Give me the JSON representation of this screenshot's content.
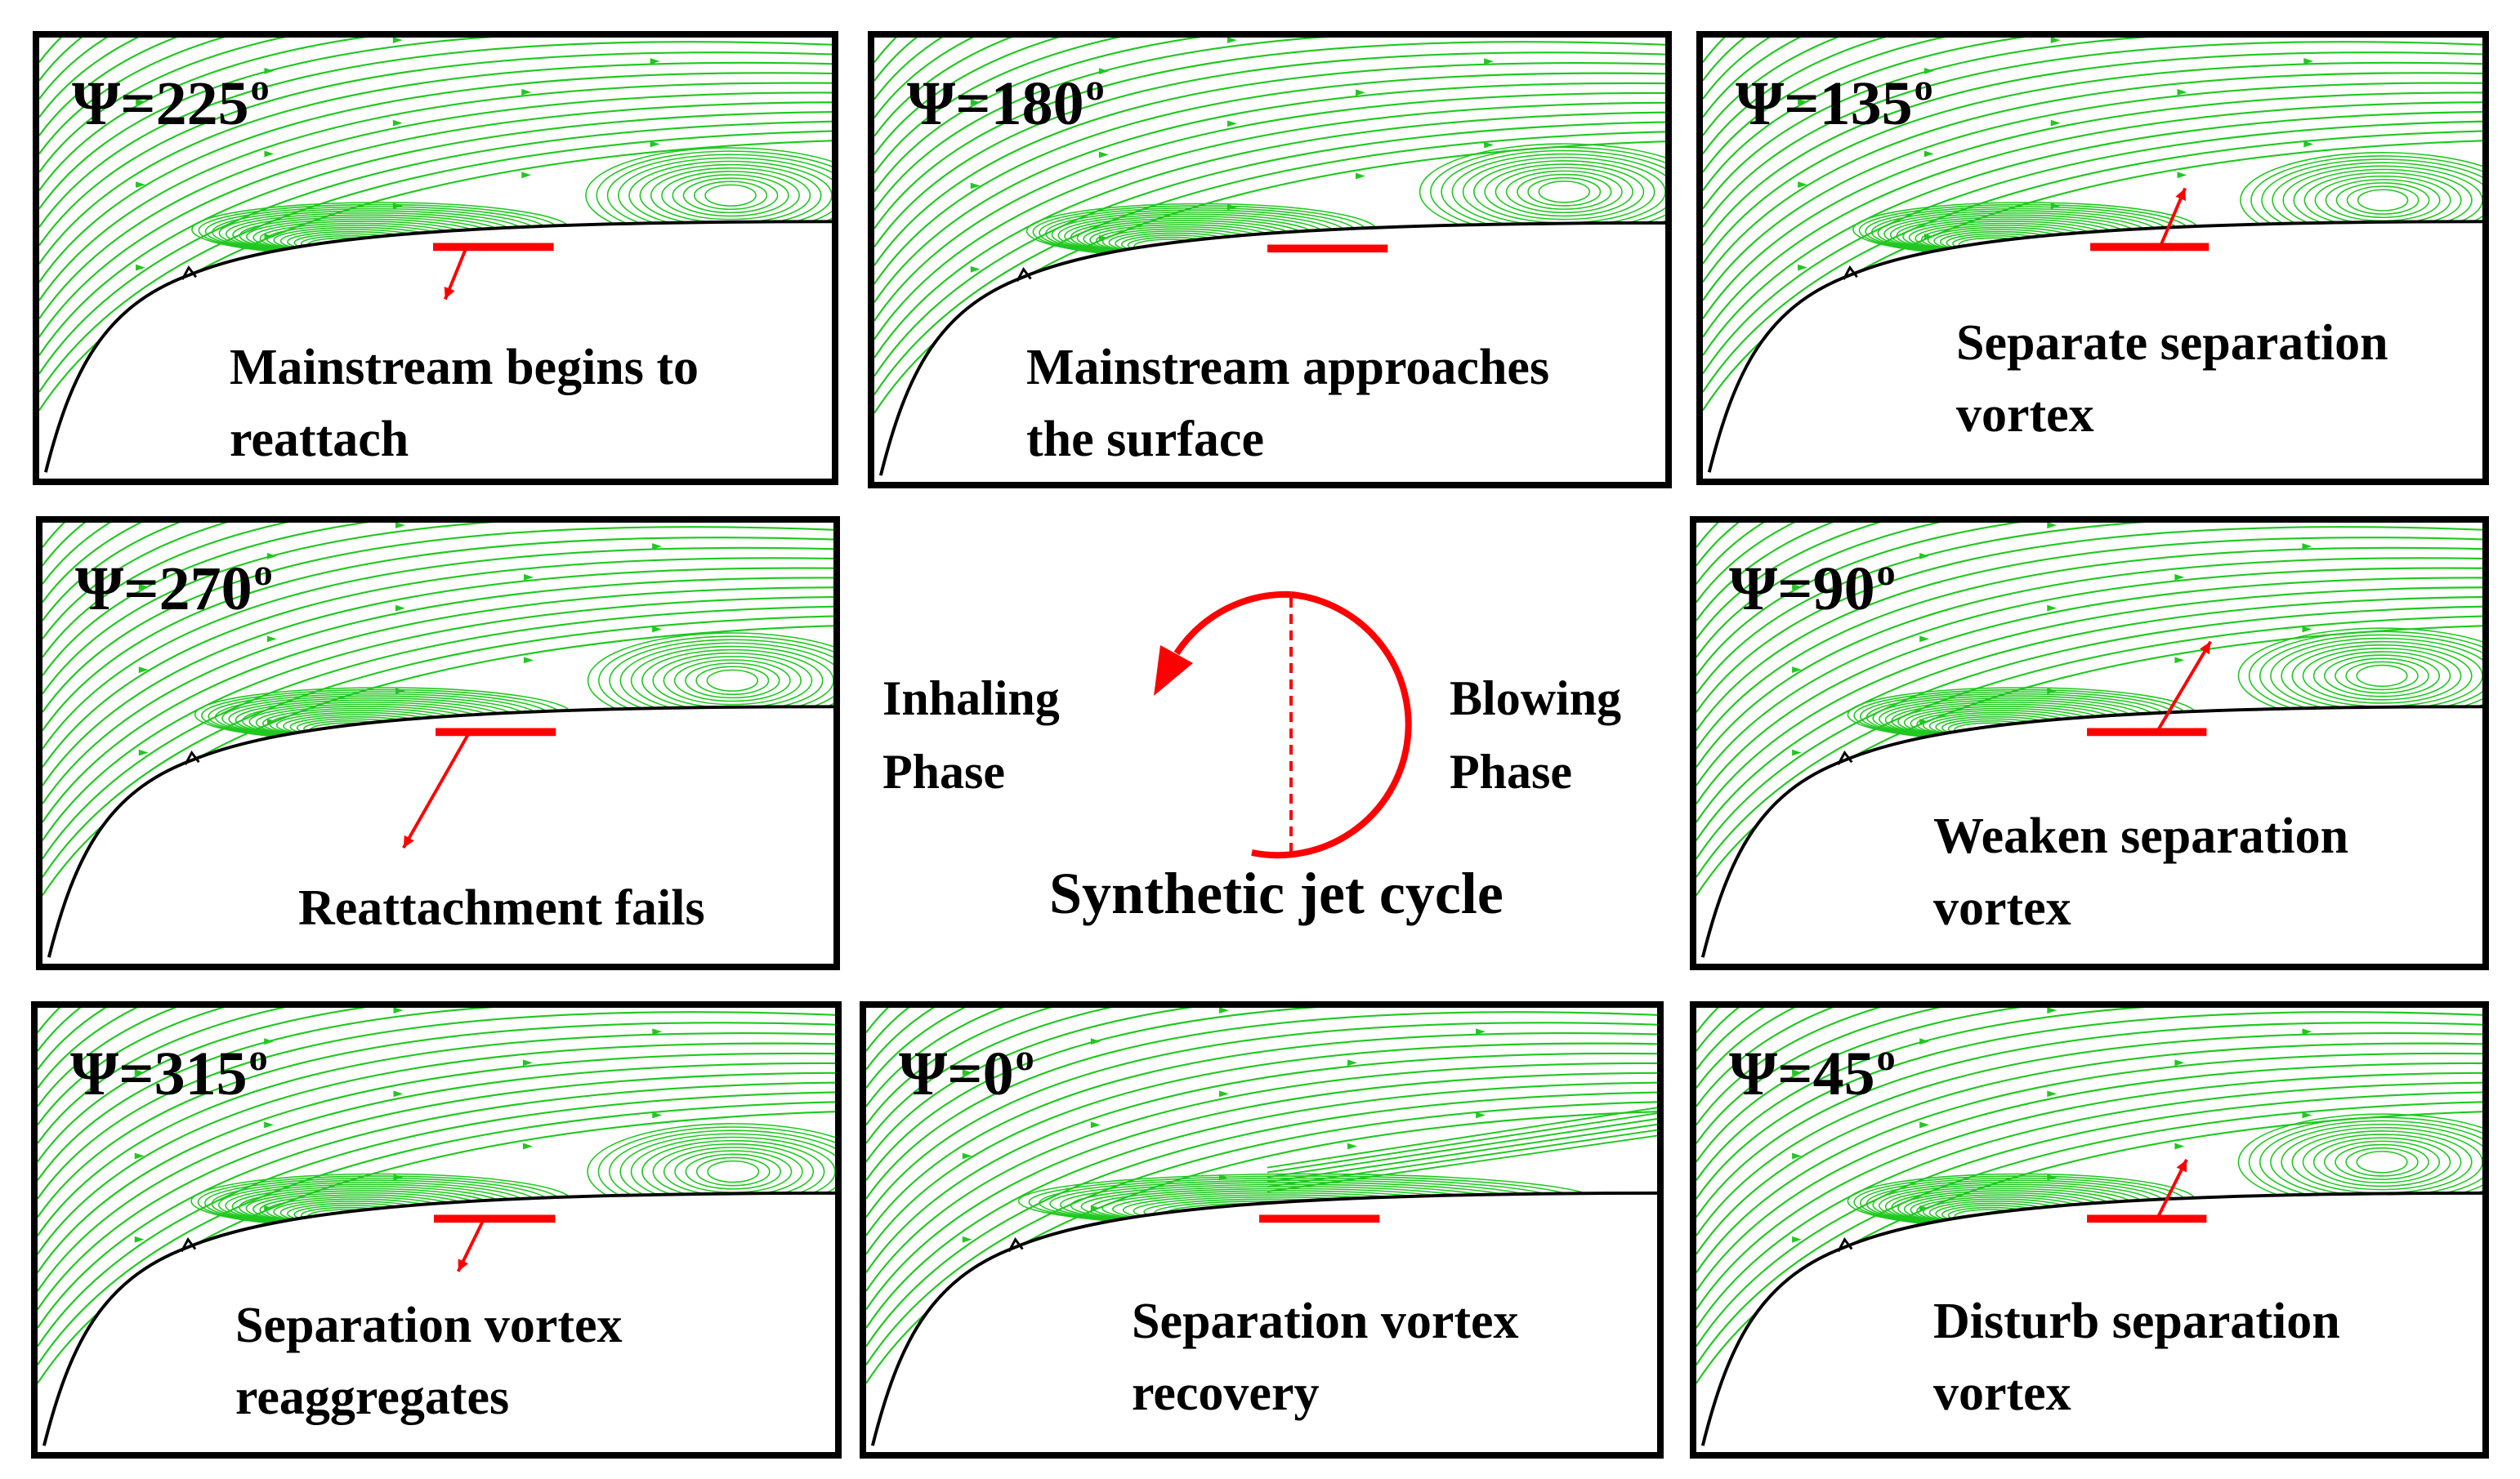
{
  "colors": {
    "streamline": "#1fc81f",
    "marker": "#ff0000",
    "border": "#000000",
    "wall": "#000000"
  },
  "panels": [
    {
      "id": "p225",
      "psi": "Ψ=225",
      "deg": "o",
      "lines": [
        "Mainstream begins to",
        "reattach"
      ]
    },
    {
      "id": "p180",
      "psi": "Ψ=180",
      "deg": "o",
      "lines": [
        "Mainstream approaches",
        "the surface"
      ]
    },
    {
      "id": "p135",
      "psi": "Ψ=135",
      "deg": "o",
      "lines": [
        "Separate separation",
        "vortex"
      ]
    },
    {
      "id": "p270",
      "psi": "Ψ=270",
      "deg": "o",
      "lines": [
        "Reattachment fails"
      ]
    },
    {
      "id": "p90",
      "psi": "Ψ=90",
      "deg": "o",
      "lines": [
        "Weaken separation",
        "vortex"
      ]
    },
    {
      "id": "p315",
      "psi": "Ψ=315",
      "deg": "o",
      "lines": [
        "Separation vortex",
        "reaggregates"
      ]
    },
    {
      "id": "p0",
      "psi": "Ψ=0",
      "deg": "o",
      "lines": [
        "Separation vortex",
        "recovery"
      ]
    },
    {
      "id": "p45",
      "psi": "Ψ=45",
      "deg": "o",
      "lines": [
        "Disturb separation",
        "vortex"
      ]
    }
  ],
  "center": {
    "inhaling": [
      "Inhaling",
      "Phase"
    ],
    "blowing": [
      "Blowing",
      "Phase"
    ],
    "title": "Synthetic jet cycle"
  }
}
